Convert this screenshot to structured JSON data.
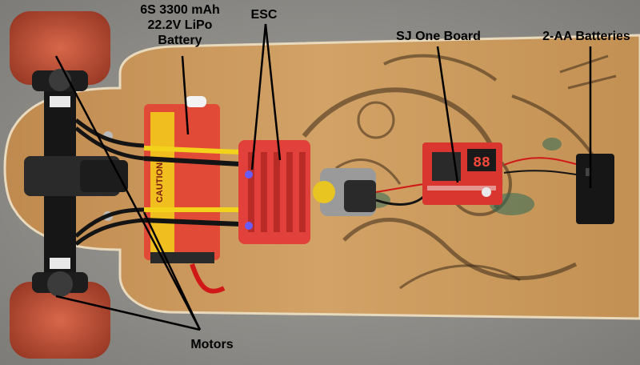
{
  "labels": {
    "battery": [
      "6S 3300 mAh",
      "22.2V LiPo",
      "Battery"
    ],
    "esc": "ESC",
    "sj_one": "SJ One Board",
    "aa": "2-AA Batteries",
    "motors": "Motors"
  },
  "battery_print": "CAUTION",
  "display_digits": "88",
  "colors": {
    "floor": "#8f8e8a",
    "deck": "#c9975a",
    "deck_dark": "#a8733c",
    "wheel": "#c8573d",
    "esc_case": "#e2403a",
    "board_pcb": "#d8362e",
    "battery_wrap": "#e14a36",
    "wire_black": "#141414",
    "wire_red": "#d01818",
    "wire_yellow": "#f2d21a",
    "led_blue": "#6a5cff"
  },
  "icons": [
    "wheel",
    "truck",
    "lipo-battery",
    "esc-box",
    "microcontroller-board",
    "aa-battery-holder",
    "annotation-arrow"
  ]
}
